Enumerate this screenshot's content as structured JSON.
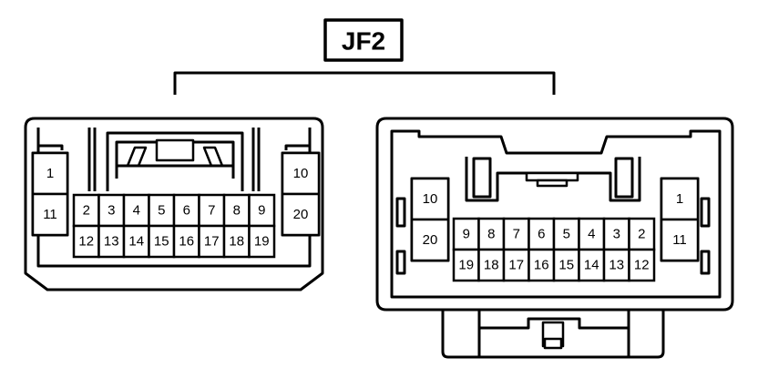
{
  "connector_id": "JF2",
  "left_connector": {
    "side_left": [
      "1",
      "11"
    ],
    "side_right": [
      "10",
      "20"
    ],
    "top_row": [
      "2",
      "3",
      "4",
      "5",
      "6",
      "7",
      "8",
      "9"
    ],
    "bottom_row": [
      "12",
      "13",
      "14",
      "15",
      "16",
      "17",
      "18",
      "19"
    ]
  },
  "right_connector": {
    "side_left": [
      "10",
      "20"
    ],
    "side_right": [
      "1",
      "11"
    ],
    "top_row": [
      "9",
      "8",
      "7",
      "6",
      "5",
      "4",
      "3",
      "2"
    ],
    "bottom_row": [
      "19",
      "18",
      "17",
      "16",
      "15",
      "14",
      "13",
      "12"
    ]
  }
}
